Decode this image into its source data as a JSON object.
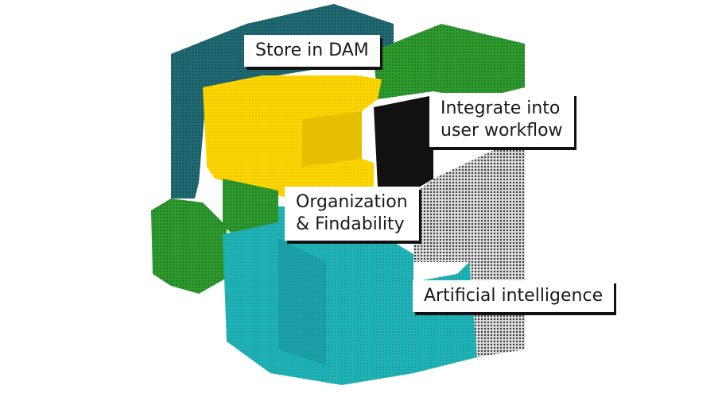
{
  "labels": {
    "store": "Store in DAM",
    "integrate_line1": "Integrate into",
    "integrate_line2": "user workflow",
    "organization_line1": "Organization",
    "organization_line2": "& Findability",
    "ai": "Artificial intelligence"
  },
  "colors": {
    "teal_dark": "#1f6a73",
    "green": "#2e9b2e",
    "yellow": "#ffd600",
    "teal": "#1fb3b8",
    "gray": "#8a8a8a",
    "black": "#111111"
  }
}
